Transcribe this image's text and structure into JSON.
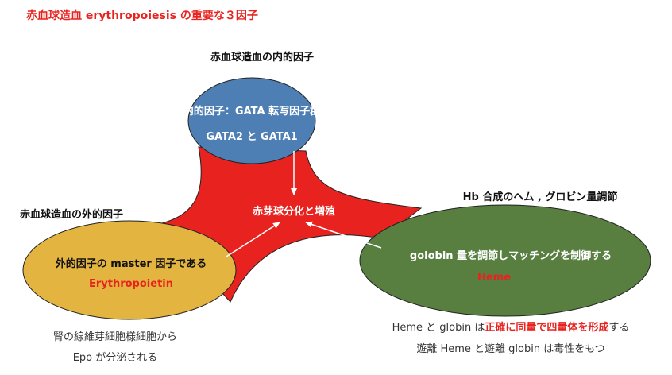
{
  "title": "赤血球造血 erythropoiesis の重要な３因子",
  "intrinsic": {
    "heading": "赤血球造血の内的因子",
    "line1": "内的因子：GATA 転写因子群",
    "line2": "GATA2 と GATA1"
  },
  "center": {
    "label": "赤芽球分化と増殖"
  },
  "extrinsic": {
    "heading": "赤血球造血の外的因子",
    "line1": "外的因子の master 因子である",
    "line2": "Erythropoietin",
    "note1": "腎の線維芽細胞様細胞から",
    "note2": "Epo が分泌される"
  },
  "heme": {
    "heading": "Hb 合成のヘム , グロビン量調節",
    "line1": "golobin 量を調節しマッチングを制御する",
    "line2": "Heme",
    "note1_a": "Heme と globin は",
    "note1_b": "正確に同量で四量体を形成",
    "note1_c": "する",
    "note2": "遊離 Heme と遊離 globin は毒性をもつ"
  },
  "colors": {
    "red": "#e8231f",
    "blue": "#4d7fb5",
    "yellow": "#e3b43f",
    "green": "#587f40"
  }
}
